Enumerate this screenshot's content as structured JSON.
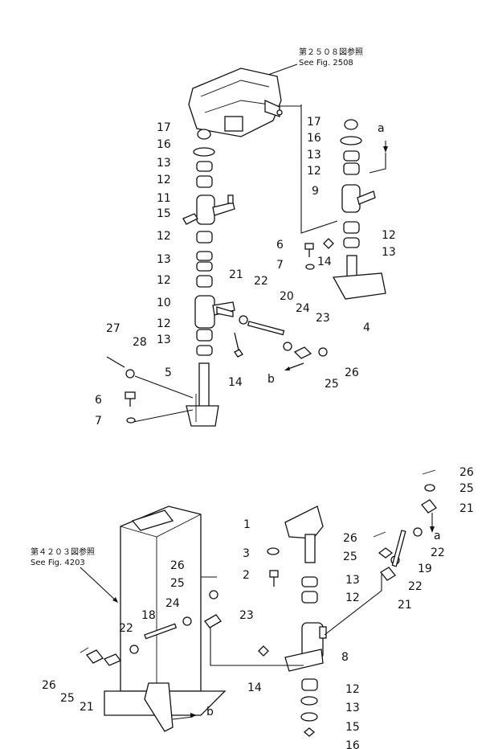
{
  "refs": {
    "top_jp": "第２５０８図参照",
    "top_en": "See Fig. 2508",
    "bot_jp": "第４２０３図参照",
    "bot_en": "See Fig. 4203"
  },
  "callouts": [
    {
      "t": "17"
    },
    {
      "t": "16"
    },
    {
      "t": "13"
    },
    {
      "t": "12"
    },
    {
      "t": "11"
    },
    {
      "t": "15"
    },
    {
      "t": "12"
    },
    {
      "t": "13"
    },
    {
      "t": "12"
    },
    {
      "t": "10"
    },
    {
      "t": "12"
    },
    {
      "t": "13"
    },
    {
      "t": "27"
    },
    {
      "t": "28"
    },
    {
      "t": "5"
    },
    {
      "t": "6"
    },
    {
      "t": "7"
    },
    {
      "t": "21"
    },
    {
      "t": "22"
    },
    {
      "t": "20"
    },
    {
      "t": "24"
    },
    {
      "t": "23"
    },
    {
      "t": "14"
    },
    {
      "t": "b"
    },
    {
      "t": "25"
    },
    {
      "t": "26"
    },
    {
      "t": "17"
    },
    {
      "t": "16"
    },
    {
      "t": "13"
    },
    {
      "t": "12"
    },
    {
      "t": "a"
    },
    {
      "t": "9"
    },
    {
      "t": "12"
    },
    {
      "t": "6"
    },
    {
      "t": "14"
    },
    {
      "t": "13"
    },
    {
      "t": "7"
    },
    {
      "t": "4"
    },
    {
      "t": "26"
    },
    {
      "t": "25"
    },
    {
      "t": "21"
    },
    {
      "t": "a"
    },
    {
      "t": "22"
    },
    {
      "t": "19"
    },
    {
      "t": "22"
    },
    {
      "t": "21"
    },
    {
      "t": "1"
    },
    {
      "t": "3"
    },
    {
      "t": "2"
    },
    {
      "t": "13"
    },
    {
      "t": "12"
    },
    {
      "t": "26"
    },
    {
      "t": "25"
    },
    {
      "t": "26"
    },
    {
      "t": "25"
    },
    {
      "t": "24"
    },
    {
      "t": "23"
    },
    {
      "t": "22"
    },
    {
      "t": "18"
    },
    {
      "t": "26"
    },
    {
      "t": "25"
    },
    {
      "t": "21"
    },
    {
      "t": "b"
    },
    {
      "t": "14"
    },
    {
      "t": "8"
    },
    {
      "t": "12"
    },
    {
      "t": "13"
    },
    {
      "t": "15"
    },
    {
      "t": "16"
    }
  ]
}
